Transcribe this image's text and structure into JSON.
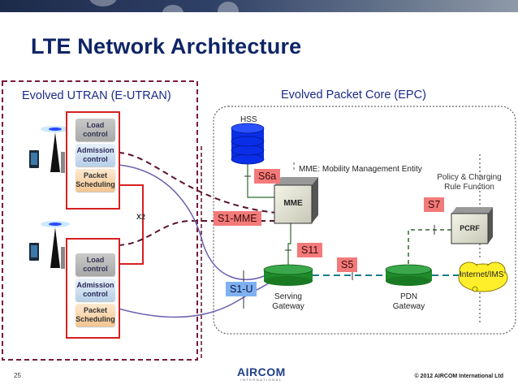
{
  "slide": {
    "title": "LTE Network Architecture",
    "page_number": "25",
    "copyright": "© 2012 AIRCOM International Ltd",
    "logo": {
      "main": "AIRCOM",
      "sub": "INTERNATIONAL"
    }
  },
  "regions": {
    "eutran": {
      "label": "Evolved UTRAN (E-UTRAN)",
      "border_color": "#7a1a3a"
    },
    "epc": {
      "label": "Evolved Packet Core (EPC)"
    }
  },
  "enodebs": [
    {
      "functions": [
        "Load control",
        "Admission control",
        "Packet Scheduling"
      ]
    },
    {
      "functions": [
        "Load control",
        "Admission control",
        "Packet Scheduling"
      ]
    }
  ],
  "interfaces": {
    "x2": "X2",
    "s1_mme": "S1-MME",
    "s1_u": "S1-U",
    "s6a": "S6a",
    "s11": "S11",
    "s5": "S5",
    "s7": "S7"
  },
  "nodes": {
    "hss": "HSS",
    "mme": "MME",
    "mme_desc": "MME: Mobility Management Entity",
    "pcrf": "PCRF",
    "pcrf_desc_1": "Policy & Charging",
    "pcrf_desc_2": "Rule Function",
    "sgw_1": "Serving",
    "sgw_2": "Gateway",
    "pgw_1": "PDN",
    "pgw_2": "Gateway",
    "internet": "Internet/IMS"
  },
  "colors": {
    "title": "#0e2466",
    "enb_frame": "#d62020",
    "tag_red": "#f37a7a",
    "tag_blue": "#7fb0f2",
    "hss": "#0a2ee8",
    "gateway": "#1f8a2a",
    "cloud": "#ffef2a"
  }
}
